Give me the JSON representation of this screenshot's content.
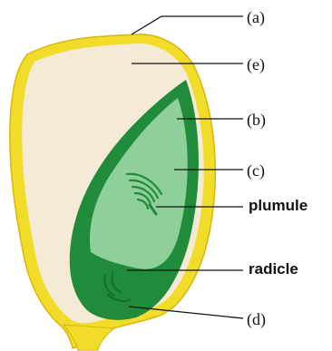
{
  "labels": {
    "a": "(a)",
    "e": "(e)",
    "b": "(b)",
    "c": "(c)",
    "plumule": "plumule",
    "radicle": "radicle",
    "d": "(d)"
  },
  "colors": {
    "pericarp": "#f2dc2a",
    "pericarp_edge": "#d8b60c",
    "endosperm": "#f4ead6",
    "cotyledon_dark": "#1f8b3b",
    "embryo_light": "#8fcf99",
    "pointer_line": "#111111"
  }
}
